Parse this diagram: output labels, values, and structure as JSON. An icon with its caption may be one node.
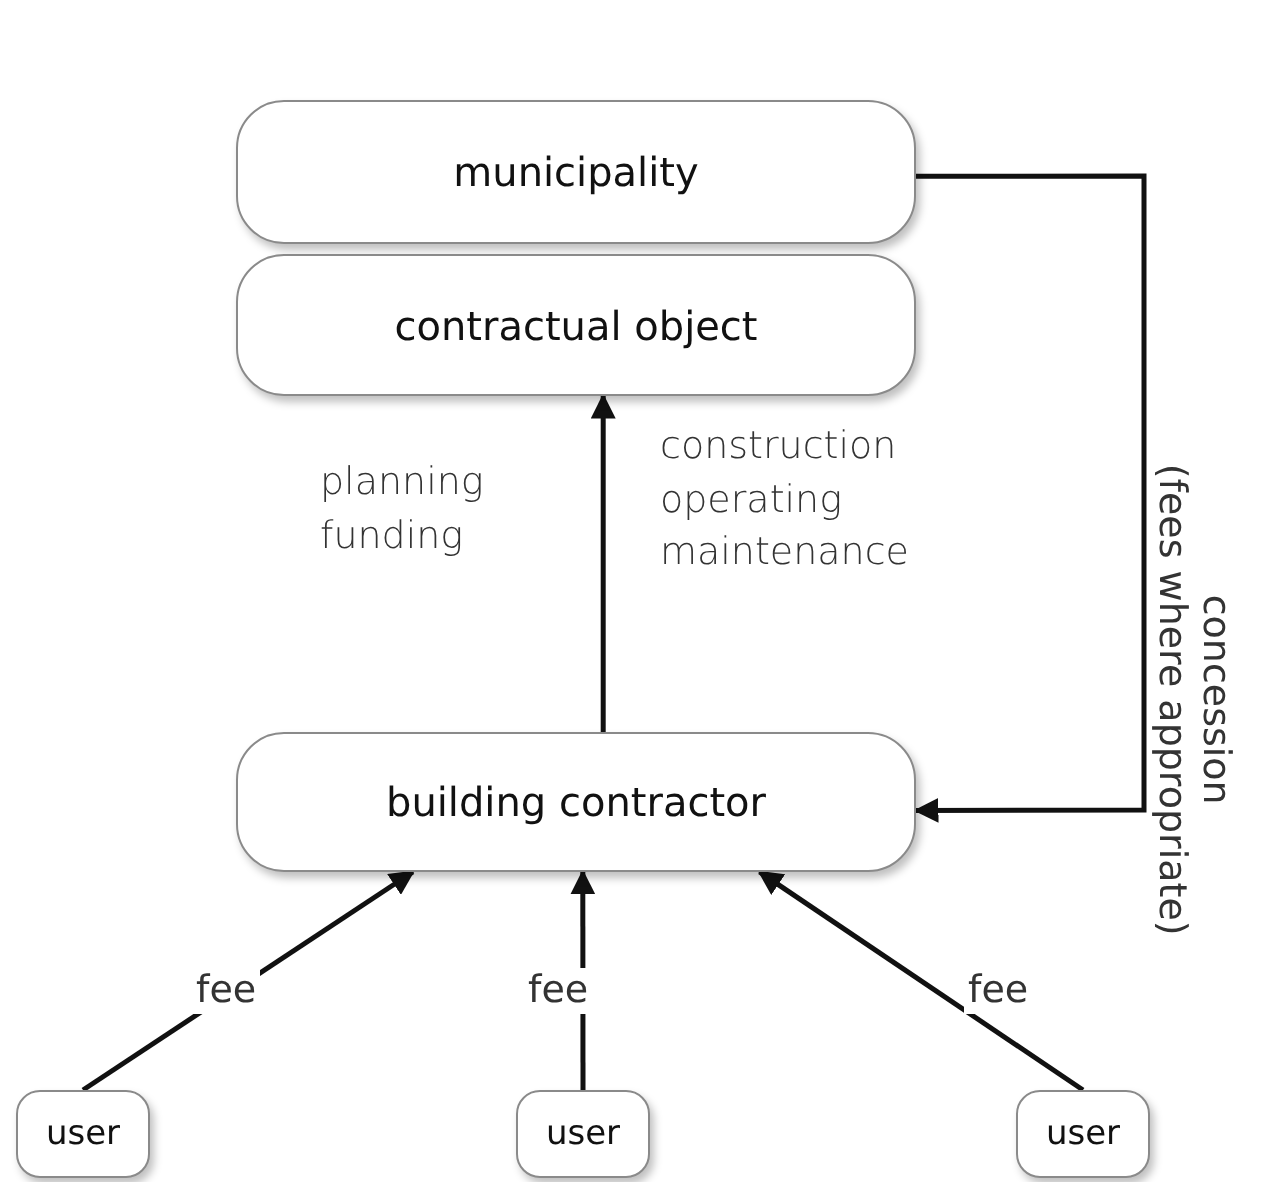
{
  "diagram": {
    "nodes": [
      {
        "text": [
          "municipality"
        ]
      },
      {
        "text": [
          "contractual object"
        ]
      },
      {
        "text": [
          "building contractor"
        ]
      },
      {
        "text": [
          "user"
        ]
      },
      {
        "text": [
          "user"
        ]
      },
      {
        "text": [
          "user"
        ]
      }
    ],
    "edges": [
      {
        "from": 0,
        "to": 2,
        "arrow": "to",
        "label": "concession (fees where appropriate)"
      },
      {
        "from": 2,
        "to": 1,
        "arrow": "to"
      },
      {
        "from": 3,
        "to": 2,
        "arrow": "to",
        "label": "fee"
      },
      {
        "from": 4,
        "to": 2,
        "arrow": "to",
        "label": "fee"
      },
      {
        "from": 5,
        "to": 2,
        "arrow": "to",
        "label": "fee"
      }
    ],
    "labels": [
      "planning funding",
      "construction operating maintenance"
    ]
  }
}
